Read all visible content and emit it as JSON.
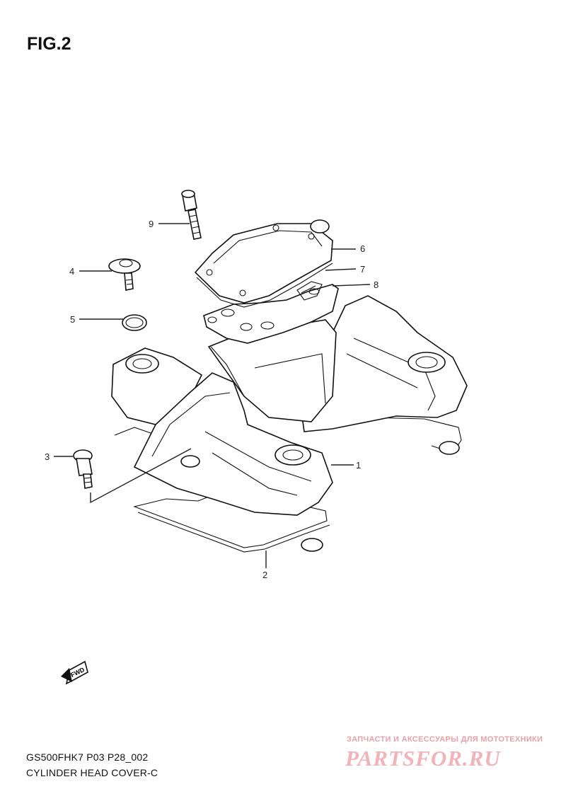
{
  "figure": {
    "title": "FIG.2"
  },
  "callouts": [
    "1",
    "2",
    "3",
    "4",
    "5",
    "6",
    "7",
    "8",
    "9"
  ],
  "orientation_badge": {
    "text": "FWD"
  },
  "footer": {
    "model_code": "GS500FHK7 P03 P28_002",
    "diagram_name": "CYLINDER HEAD COVER-C"
  },
  "watermark": {
    "tagline": "ЗАПЧАСТИ И АКСЕССУАРЫ ДЛЯ МОТОТЕХНИКИ",
    "logo": "PARTSFOR.RU",
    "color": "#f2b3b8"
  }
}
